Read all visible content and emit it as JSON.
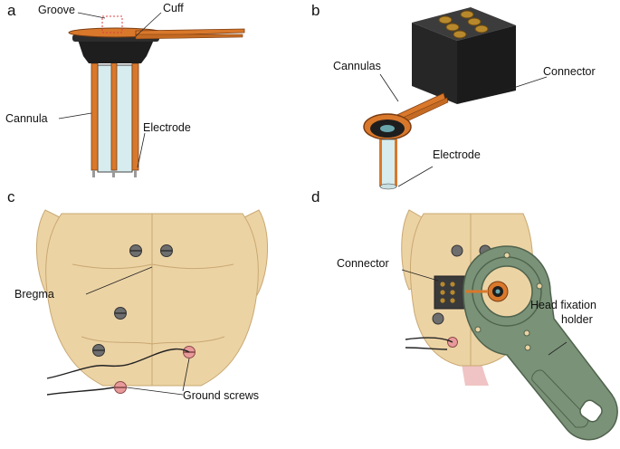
{
  "panels": {
    "a": {
      "letter": "a",
      "labels": {
        "groove": "Groove",
        "cuff": "Cuff",
        "cannula": "Cannula",
        "electrode": "Electrode"
      }
    },
    "b": {
      "letter": "b",
      "labels": {
        "cannulas": "Cannulas",
        "connector": "Connector",
        "electrode": "Electrode"
      }
    },
    "c": {
      "letter": "c",
      "labels": {
        "bregma": "Bregma",
        "ground_screws": "Ground screws"
      }
    },
    "d": {
      "letter": "d",
      "labels": {
        "connector": "Connector",
        "head_fixation_line1": "Head fixation",
        "head_fixation_line2": "holder"
      }
    }
  },
  "colors": {
    "copper": "#d9782b",
    "dark_copper": "#7a3c12",
    "glass": "#d6ecee",
    "cuff_black": "#1e1e1e",
    "connector_black": "#2a2a2a",
    "gold_pin": "#b8892c",
    "skull": "#ecd3a4",
    "skull_shadow": "#d9b985",
    "screw_gray": "#6e6e6e",
    "ground_pink": "#e89a9a",
    "holder_green": "#7a9277"
  }
}
